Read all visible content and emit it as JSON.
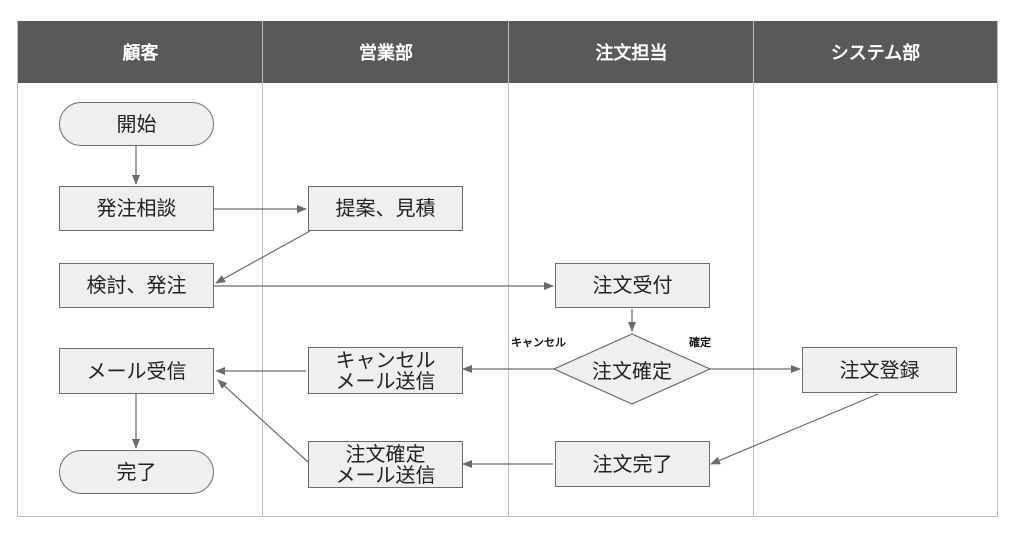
{
  "lanes": [
    "顧客",
    "営業部",
    "注文担当",
    "システム部"
  ],
  "nodes": {
    "start": "開始",
    "consult": "発注相談",
    "proposal": "提案、見積",
    "review": "検討、発注",
    "receive_order": "注文受付",
    "confirm": "注文確定",
    "register": "注文登録",
    "mail_receive": "メール受信",
    "cancel_mail_line1": "キャンセル",
    "cancel_mail_line2": "メール送信",
    "confirm_mail_line1": "注文確定",
    "confirm_mail_line2": "メール送信",
    "order_complete": "注文完了",
    "end": "完了"
  },
  "edge_labels": {
    "cancel": "キャンセル",
    "confirm": "確定"
  },
  "colors": {
    "header_bg": "#595959",
    "node_fill": "#efefef",
    "node_border": "#6b6b6b",
    "arrow": "#6b6b6b"
  }
}
